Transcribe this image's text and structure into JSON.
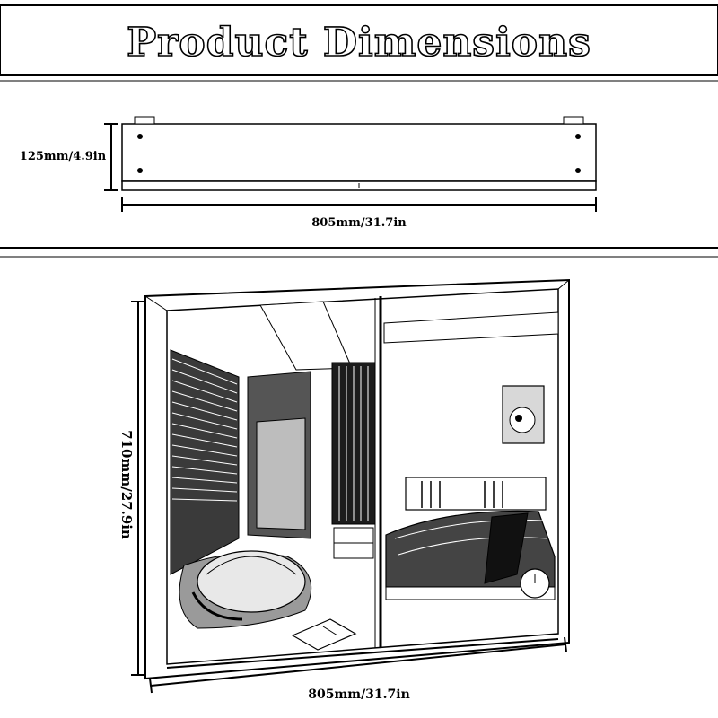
{
  "header": {
    "title": "Product Dimensions"
  },
  "top_view": {
    "depth_label": "125mm/4.9in",
    "width_label": "805mm/31.7in"
  },
  "front_view": {
    "height_label": "710mm/27.9in",
    "width_label": "805mm/31.7in"
  },
  "colors": {
    "line": "#000000",
    "background": "#ffffff"
  }
}
